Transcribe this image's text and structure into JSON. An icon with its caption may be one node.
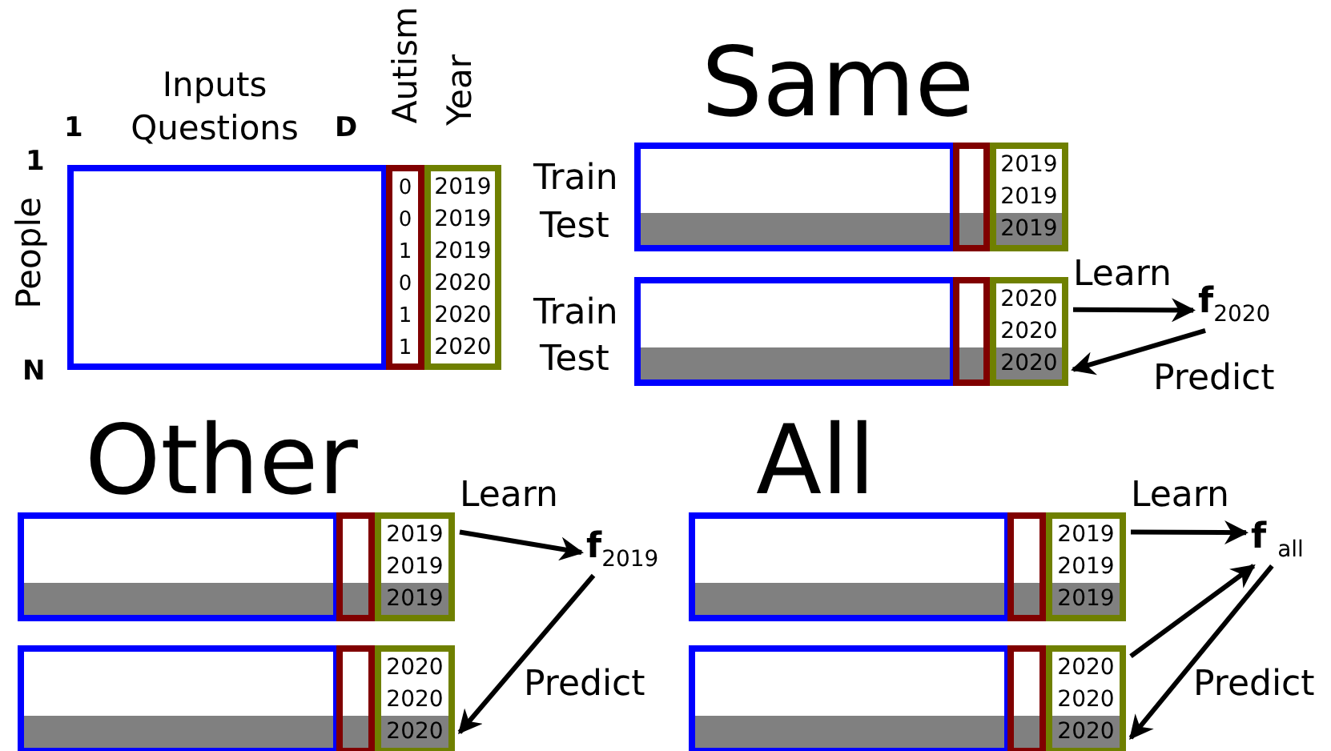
{
  "diagram": {
    "nodes": [
      {
        "text": [],
        "shape": "box",
        "beside": [
          "People"
        ]
      },
      {
        "text": [
          "0",
          "0",
          "1",
          "0",
          "1",
          "1"
        ]
      },
      {
        "text": [
          "2019",
          "2019",
          "2019",
          "2020",
          "2020",
          "2020"
        ]
      },
      {
        "text": [],
        "shape": "box",
        "beside": [
          "Train",
          "Test"
        ]
      },
      {
        "text": [],
        "shape": "box"
      },
      {
        "text": [
          "2019",
          "2019",
          "2019"
        ]
      },
      {
        "text": [],
        "shape": "box",
        "beside": [
          "Train",
          "Test"
        ]
      },
      {
        "text": [],
        "shape": "box"
      },
      {
        "text": [
          "2020",
          "2020",
          "2020"
        ]
      },
      {
        "text": [
          "**f**$_{2020}$"
        ]
      },
      {
        "text": [],
        "shape": "box"
      },
      {
        "text": [],
        "shape": "box"
      },
      {
        "text": [
          "2019",
          "2019",
          "2019"
        ]
      },
      {
        "text": [],
        "shape": "box"
      },
      {
        "text": [],
        "shape": "box"
      },
      {
        "text": [
          "2020",
          "2020",
          "2020"
        ]
      },
      {
        "text": [
          "**f**$_{2019}$"
        ]
      },
      {
        "text": [],
        "shape": "box"
      },
      {
        "text": [],
        "shape": "box"
      },
      {
        "text": [
          "2019",
          "2019",
          "2019"
        ]
      },
      {
        "text": [],
        "shape": "box"
      },
      {
        "text": [],
        "shape": "box"
      },
      {
        "text": [
          "2020",
          "2020",
          "2020"
        ]
      },
      {
        "text": [
          "**f** $_{all}$"
        ]
      }
    ],
    "edges": [
      {
        "from": 8,
        "to": 9,
        "arrow": "to",
        "label": "Learn"
      },
      {
        "from": 9,
        "to": 8,
        "arrow": "to",
        "label": "Predict"
      },
      {
        "from": 12,
        "to": 16,
        "arrow": "to",
        "label": "Learn"
      },
      {
        "from": 16,
        "to": 15,
        "arrow": "to",
        "label": "Predict"
      },
      {
        "from": 19,
        "to": 23,
        "arrow": "to",
        "label": "Learn"
      },
      {
        "from": 22,
        "to": 23,
        "arrow": "to"
      },
      {
        "from": 23,
        "to": 22,
        "arrow": "to",
        "label": "Predict"
      }
    ],
    "labels": [
      "Inputs Questions",
      "Autism",
      "Year",
      "1",
      "D",
      "Same",
      "1",
      "N",
      "Other",
      "All"
    ]
  }
}
